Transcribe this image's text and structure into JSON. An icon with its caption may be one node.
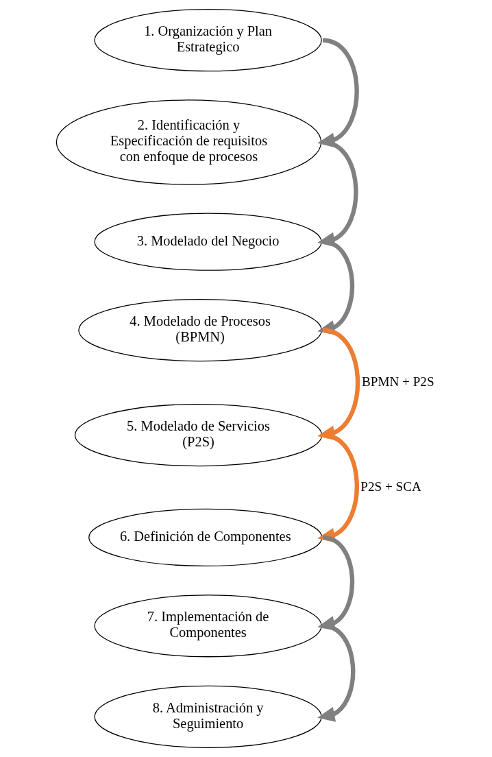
{
  "diagram": {
    "nodes": [
      {
        "text": [
          "1. Organización y Plan Estrategico"
        ]
      },
      {
        "text": [
          "2. Identificación y Especificación de requisitos con enfoque de procesos"
        ]
      },
      {
        "text": [
          "3. Modelado del Negocio"
        ]
      },
      {
        "text": [
          "4. Modelado de Procesos (BPMN)"
        ]
      },
      {
        "text": [
          "5. Modelado de Servicios (P2S)"
        ]
      },
      {
        "text": [
          "6. Definición de Componentes"
        ]
      },
      {
        "text": [
          "7. Implementación de Componentes"
        ]
      },
      {
        "text": [
          "8. Administración y Seguimiento"
        ]
      }
    ],
    "edges": [
      {
        "from": 0,
        "to": 1,
        "arrow": "to"
      },
      {
        "from": 1,
        "to": 2,
        "arrow": "to"
      },
      {
        "from": 2,
        "to": 3,
        "arrow": "to"
      },
      {
        "from": 3,
        "to": 4,
        "arrow": "to",
        "label": "BPMN + P2S",
        "color": "#ed7d31"
      },
      {
        "from": 4,
        "to": 5,
        "arrow": "to",
        "label": "P2S + SCA",
        "color": "#ed7d31"
      },
      {
        "from": 5,
        "to": 6,
        "arrow": "to"
      },
      {
        "from": 6,
        "to": 7,
        "arrow": "to"
      }
    ]
  }
}
